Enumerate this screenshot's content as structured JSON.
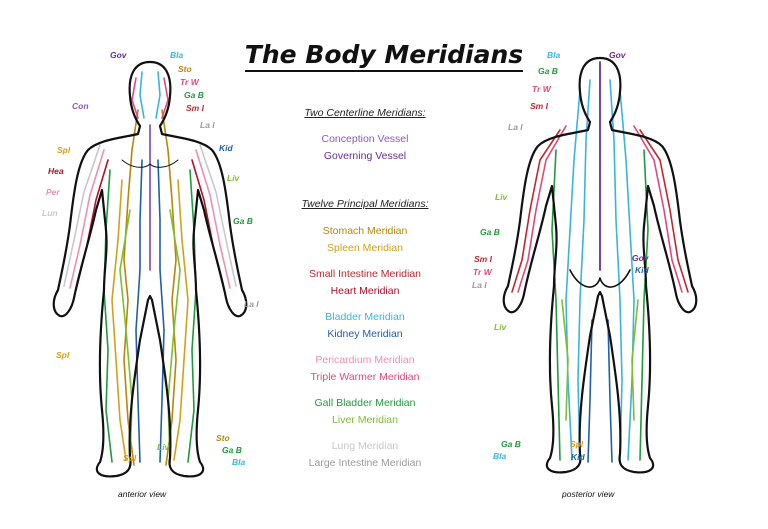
{
  "title": "The Body Meridians",
  "centerline": {
    "heading": "Two Centerline Meridians:",
    "items": [
      {
        "label": "Conception Vessel",
        "color": "#8e5ab6"
      },
      {
        "label": "Governing Vessel",
        "color": "#6a2c91"
      }
    ]
  },
  "principal": {
    "heading": "Twelve Principal Meridians:",
    "items": [
      {
        "label": "Stomach Meridian",
        "color": "#b8860b"
      },
      {
        "label": "Spleen Meridian",
        "color": "#d4a017"
      },
      {
        "label": "Small Intestine Meridian",
        "color": "#c1272d"
      },
      {
        "label": "Heart Meridian",
        "color": "#b0102a"
      },
      {
        "label": "Bladder Meridian",
        "color": "#39b4e0"
      },
      {
        "label": "Kidney Meridian",
        "color": "#1f5fa8"
      },
      {
        "label": "Pericardium Meridian",
        "color": "#f08fb0"
      },
      {
        "label": "Triple Warmer Meridian",
        "color": "#e0487e"
      },
      {
        "label": "Gall Bladder Meridian",
        "color": "#1e9a3c"
      },
      {
        "label": "Liver Meridian",
        "color": "#7cbf2f"
      },
      {
        "label": "Lung Meridian",
        "color": "#c8c8c8"
      },
      {
        "label": "Large Intestine Meridian",
        "color": "#9a9a9a"
      }
    ]
  },
  "captions": {
    "anterior": "anterior view",
    "posterior": "posterior view"
  },
  "front_labels": {
    "gov": "Gov",
    "bla_top": "Bla",
    "sto_top": "Sto",
    "trw": "Tr W",
    "gab_top": "Ga B",
    "smi": "Sm I",
    "con": "Con",
    "lai_top": "La I",
    "spl_top": "Spl",
    "kid": "Kid",
    "hea": "Hea",
    "liv_top": "Liv",
    "per": "Per",
    "lun": "Lun",
    "gab_mid": "Ga B",
    "lai_low": "La I",
    "spl_low": "Spl",
    "sto_bot": "Sto",
    "liv_bot": "Liv",
    "gab_bot": "Ga B",
    "spl_bot": "Spl",
    "bla_bot": "Bla"
  },
  "back_labels": {
    "bla": "Bla",
    "gov": "Gov",
    "gab_top": "Ga B",
    "trw_top": "Tr W",
    "smi_top": "Sm I",
    "lai_top": "La I",
    "liv_top": "Liv",
    "gab_mid": "Ga B",
    "smi_low": "Sm I",
    "trw_low": "Tr W",
    "lai_low": "La I",
    "gov_low": "Gov",
    "kid_mid": "Kid",
    "liv_low": "Liv",
    "gab_bot": "Ga B",
    "bla_bot": "Bla",
    "spl_bot": "Spl",
    "kid_bot": "Kid"
  },
  "colors": {
    "outline": "#111111",
    "gov": "#6a2c91",
    "con": "#8e5ab6",
    "bla": "#39b4e0",
    "sto": "#b8860b",
    "trw": "#e0487e",
    "gab": "#1e9a3c",
    "smi": "#c1272d",
    "lai": "#9a9a9a",
    "spl": "#d4a017",
    "kid": "#1f5fa8",
    "hea": "#b0102a",
    "liv": "#7cbf2f",
    "per": "#f08fb0",
    "lun": "#c8c8c8"
  }
}
